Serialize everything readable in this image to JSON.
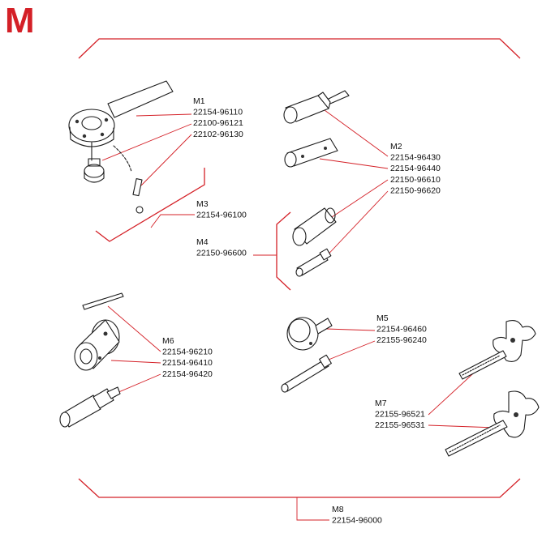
{
  "section": {
    "letter": "M",
    "color": "#d42027"
  },
  "colors": {
    "leader": "#d42027",
    "drawing": "#1a1a1a",
    "label": "#111111"
  },
  "groups": [
    {
      "id": "M1",
      "label": "M1",
      "parts": [
        "22154-96110",
        "22100-96121",
        "22102-96130"
      ]
    },
    {
      "id": "M2",
      "label": "M2",
      "parts": [
        "22154-96430",
        "22154-96440",
        "22150-96610",
        "22150-96620"
      ]
    },
    {
      "id": "M3",
      "label": "M3",
      "parts": [
        "22154-96100"
      ]
    },
    {
      "id": "M4",
      "label": "M4",
      "parts": [
        "22150-96600"
      ]
    },
    {
      "id": "M5",
      "label": "M5",
      "parts": [
        "22154-96460",
        "22155-96240"
      ]
    },
    {
      "id": "M6",
      "label": "M6",
      "parts": [
        "22154-96210",
        "22154-96410",
        "22154-96420"
      ]
    },
    {
      "id": "M7",
      "label": "M7",
      "parts": [
        "22155-96521",
        "22155-96531"
      ]
    },
    {
      "id": "M8",
      "label": "M8",
      "parts": [
        "22154-96000"
      ]
    }
  ],
  "icons": [
    "wrench-icon",
    "pin-icon",
    "socket-icon",
    "drift-icon",
    "t-handle-icon",
    "bolt-icon"
  ]
}
